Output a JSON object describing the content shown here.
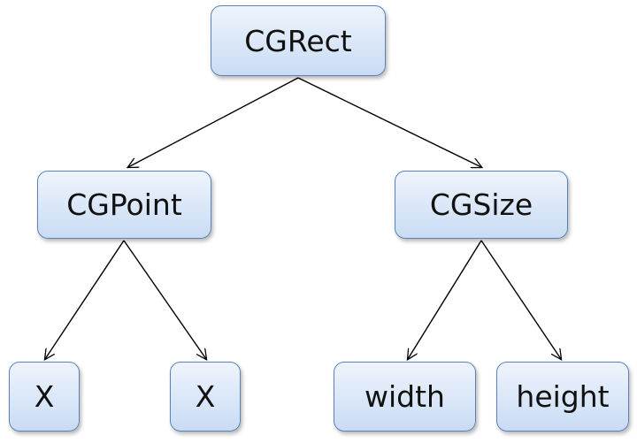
{
  "nodes": {
    "root": {
      "label": "CGRect"
    },
    "point": {
      "label": "CGPoint"
    },
    "size": {
      "label": "CGSize"
    },
    "point_x": {
      "label": "X"
    },
    "point_y": {
      "label": "X"
    },
    "size_width": {
      "label": "width"
    },
    "size_height": {
      "label": "height"
    }
  },
  "edges": [
    {
      "from": "root",
      "to": "point"
    },
    {
      "from": "root",
      "to": "size"
    },
    {
      "from": "point",
      "to": "point_x"
    },
    {
      "from": "point",
      "to": "point_y"
    },
    {
      "from": "size",
      "to": "size_width"
    },
    {
      "from": "size",
      "to": "size_height"
    }
  ],
  "colors": {
    "node_fill_top": "#eef4fc",
    "node_fill_bottom": "#c9dcf4",
    "node_border": "#5b82b6",
    "arrow": "#000000"
  }
}
